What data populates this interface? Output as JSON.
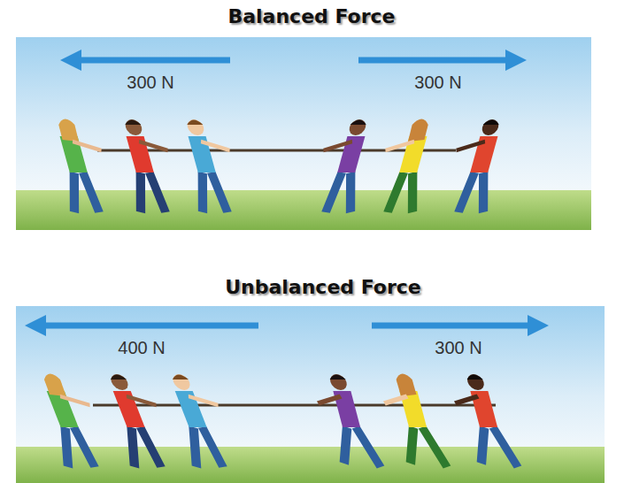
{
  "diagram": {
    "labels": [
      "Balanced Force",
      "300 N",
      "300 N",
      "Unbalanced Force",
      "400 N",
      "300 N"
    ]
  }
}
